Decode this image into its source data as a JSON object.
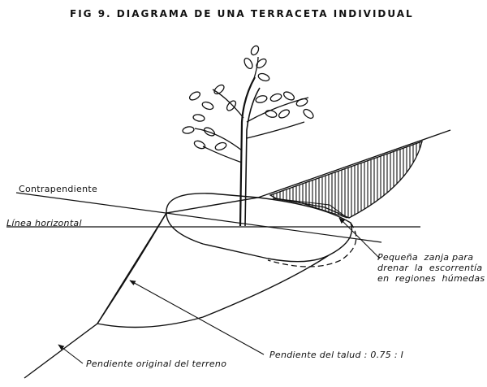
{
  "title": "FIG 9.   DIAGRAMA DE UNA   TERRACETA   INDIVIDUAL",
  "labels": {
    "contrapendiente": "Contrapendiente",
    "linea_horizontal": "Línea  horizontal",
    "zanja": "Pequeña  zanja para\ndrenar  la  escorrentía\nen  regiones  húmedas",
    "pendiente_original": "Pendiente  original  del terreno",
    "pendiente_talud": "Pendiente   del  talud :  0.75 : I"
  },
  "colors": {
    "ink": "#111111",
    "paper": "#ffffff"
  },
  "icons": [
    "tree-icon"
  ]
}
